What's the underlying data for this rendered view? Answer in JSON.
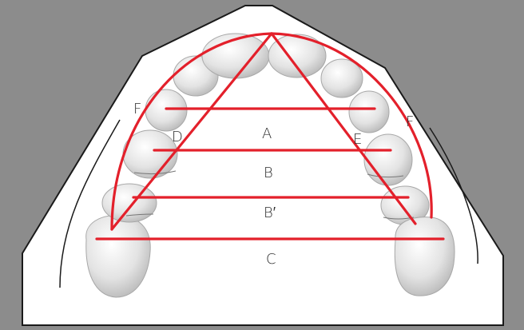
{
  "labels": {
    "f_left": "F",
    "f_right": "F",
    "d": "D",
    "e": "E",
    "a": "A",
    "b": "B",
    "b_prime": "B′",
    "c": "C"
  },
  "colors": {
    "background_gray": "#8c8c8c",
    "plate": "#ffffff",
    "outline": "#1a1a1a",
    "measure_line": "#e3202b",
    "tooth_fill": "#e6e6e6",
    "tooth_shade": "#bdbdbd"
  }
}
